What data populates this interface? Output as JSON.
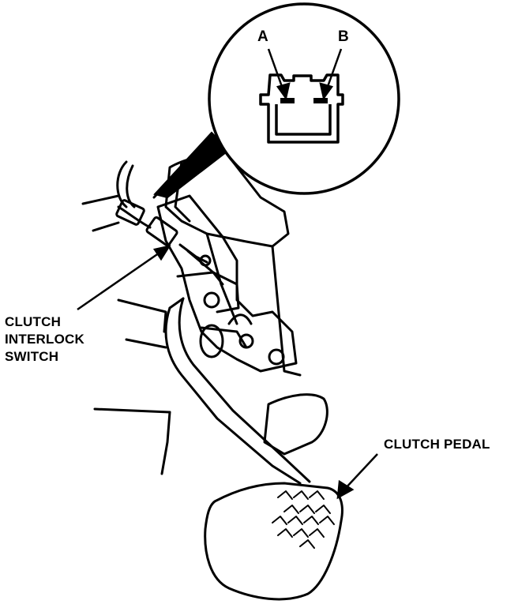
{
  "callouts": {
    "pin_a": "A",
    "pin_b": "B",
    "switch_line1": "CLUTCH",
    "switch_line2": "INTERLOCK",
    "switch_line3": "SWITCH",
    "pedal": "CLUTCH PEDAL"
  },
  "colors": {
    "ink": "#000000",
    "paper": "#ffffff"
  }
}
